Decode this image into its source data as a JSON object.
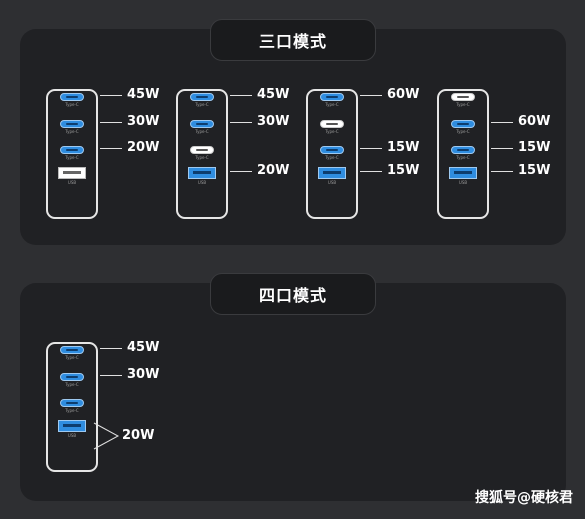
{
  "sections": [
    {
      "title": "三口模式",
      "chargers": [
        {
          "ports": [
            {
              "kind": "typec",
              "color": "blue",
              "label": "Type-C",
              "power": "45W"
            },
            {
              "kind": "typec",
              "color": "blue",
              "label": "Type-C",
              "power": "30W"
            },
            {
              "kind": "typec",
              "color": "blue",
              "label": "Type-C",
              "power": "20W"
            },
            {
              "kind": "usb",
              "color": "white",
              "label": "USB",
              "power": ""
            }
          ]
        },
        {
          "ports": [
            {
              "kind": "typec",
              "color": "blue",
              "label": "Type-C",
              "power": "45W"
            },
            {
              "kind": "typec",
              "color": "blue",
              "label": "Type-C",
              "power": "30W"
            },
            {
              "kind": "typec",
              "color": "white",
              "label": "Type-C",
              "power": ""
            },
            {
              "kind": "usb",
              "color": "blue",
              "label": "USB",
              "power": "20W"
            }
          ]
        },
        {
          "ports": [
            {
              "kind": "typec",
              "color": "blue",
              "label": "Type-C",
              "power": "60W"
            },
            {
              "kind": "typec",
              "color": "white",
              "label": "Type-C",
              "power": ""
            },
            {
              "kind": "typec",
              "color": "blue",
              "label": "Type-C",
              "power": "15W"
            },
            {
              "kind": "usb",
              "color": "blue",
              "label": "USB",
              "power": "15W"
            }
          ]
        },
        {
          "ports": [
            {
              "kind": "typec",
              "color": "white",
              "label": "Type-C",
              "power": ""
            },
            {
              "kind": "typec",
              "color": "blue",
              "label": "Type-C",
              "power": "60W"
            },
            {
              "kind": "typec",
              "color": "blue",
              "label": "Type-C",
              "power": "15W"
            },
            {
              "kind": "usb",
              "color": "blue",
              "label": "USB",
              "power": "15W"
            }
          ]
        }
      ]
    },
    {
      "title": "四口模式",
      "chargers": [
        {
          "ports": [
            {
              "kind": "typec",
              "color": "blue",
              "label": "Type-C",
              "power": "45W"
            },
            {
              "kind": "typec",
              "color": "blue",
              "label": "Type-C",
              "power": "30W"
            },
            {
              "kind": "typec",
              "color": "blue",
              "label": "Type-C",
              "power": ""
            },
            {
              "kind": "usb",
              "color": "blue",
              "label": "USB",
              "power": ""
            }
          ],
          "shared_power": "20W"
        }
      ]
    }
  ],
  "watermark": "搜狐号@硬核君",
  "colors": {
    "background": "#2e2f32",
    "panel": "#202124",
    "port_blue": "#2f8de0",
    "port_white": "#ffffff"
  }
}
